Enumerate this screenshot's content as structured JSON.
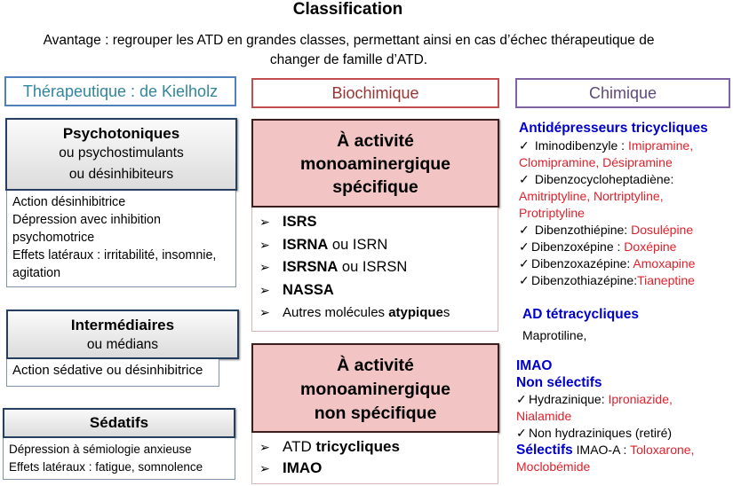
{
  "title": "Classification",
  "subtitle": "Avantage : regrouper les ATD en grandes classes, permettant ainsi en cas d’échec thérapeutique de changer de famille d’ATD.",
  "columns": {
    "therapeutique": "Thérapeutique : de Kielholz",
    "biochimique": "Biochimique",
    "chimique": "Chimique"
  },
  "therapeutique": {
    "psychotoniques": {
      "title": "Psychotoniques",
      "sub1": "ou psychostimulants",
      "sub2": "ou désinhibiteurs",
      "desc": [
        "Action désinhibitrice",
        "Dépression avec inhibition psychomotrice",
        "Effets latéraux : irritabilité, insomnie, agitation"
      ]
    },
    "intermediaires": {
      "title": "Intermédiaires",
      "sub1": "ou médians",
      "desc": [
        "Action sédative ou désinhibitrice"
      ]
    },
    "sedatifs": {
      "title": "Sédatifs",
      "desc": [
        "Dépression à sémiologie anxieuse",
        "Effets latéraux : fatigue, somnolence"
      ]
    }
  },
  "biochimique": {
    "arrow": "➢",
    "specifique": {
      "line1": "À activité",
      "line2": "monoaminergique",
      "line3": "spécifique",
      "items": [
        {
          "bold": "ISRS",
          "rest": ""
        },
        {
          "bold": "ISRNA",
          "rest": " ou ISRN"
        },
        {
          "bold": "ISRSNA",
          "rest": " ou ISRSN"
        },
        {
          "bold": "NASSA",
          "rest": ""
        },
        {
          "pre": "Autres molécules ",
          "bold": "atypique",
          "rest": "s"
        }
      ]
    },
    "non_specifique": {
      "line1": "À activité",
      "line2": "monoaminergique",
      "line3": "non spécifique",
      "items": [
        {
          "pre": "ATD ",
          "bold": "tricycliques"
        },
        {
          "bold": "IMAO"
        }
      ]
    }
  },
  "chimique": {
    "check": "✓",
    "tricycliques": {
      "title": "Antidépresseurs tricycliques",
      "items": [
        {
          "label": "Iminodibenzyle : ",
          "drugs": "Imipramine, Clomipramine, Désipramine"
        },
        {
          "label": "Dibenzocycloheptadiène:",
          "drugs": "Amitriptyline, Nortriptyline, Protriptyline"
        },
        {
          "label": "Dibenzothiépine: ",
          "drugs": "Dosulépine"
        },
        {
          "label": "Dibenzoxépine : ",
          "drugs": "Doxépine"
        },
        {
          "label": "Dibenzoxazépine: ",
          "drugs": "Amoxapine"
        },
        {
          "label": "Dibenzothiazépine:",
          "drugs": "Tianeptine"
        }
      ]
    },
    "tetracycliques": {
      "title": "AD tétracycliques",
      "text": "Maprotiline,"
    },
    "imao": {
      "title": "IMAO",
      "non_selectifs": "Non sélectifs",
      "hydra_label": "Hydrazinique: ",
      "hydra_drugs": "Iproniazide, Nialamide",
      "non_hydra": "Non hydraziniques (retiré)",
      "selectifs": "Sélectifs",
      "imao_a": " IMAO-A : ",
      "imao_a_drugs": "Toloxarone, Moclobémide"
    }
  },
  "colors": {
    "blue_heading": "#0000cc",
    "drug_red": "#e0202a",
    "pink_box": "#f2c4c4"
  }
}
